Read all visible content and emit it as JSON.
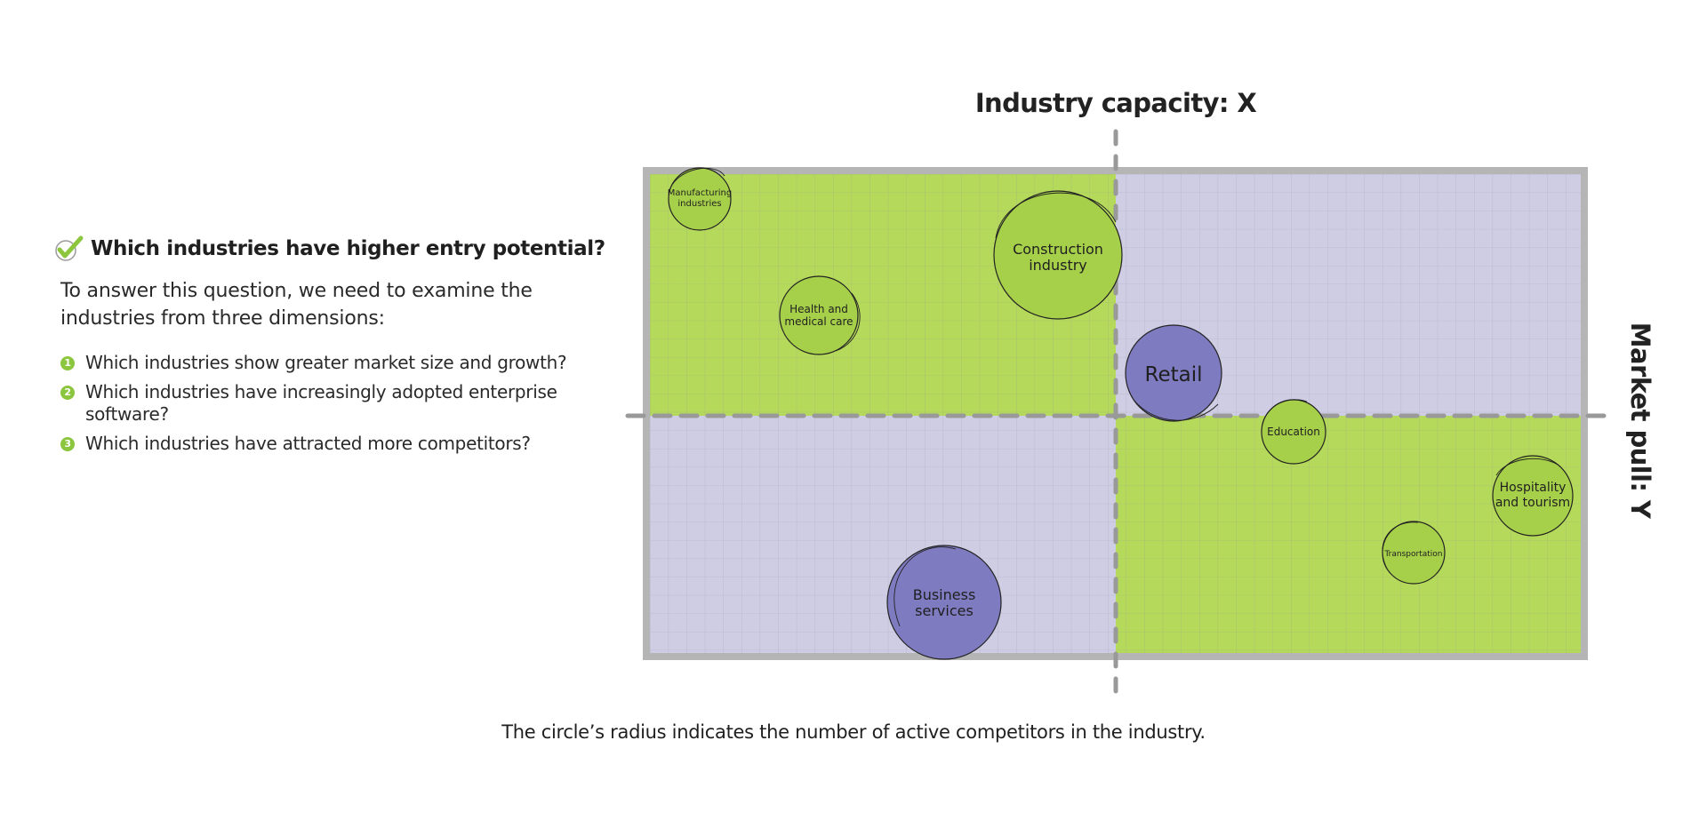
{
  "question": {
    "icon": "checkmark-icon",
    "title": "Which industries have higher entry potential?",
    "intro": "To answer this question, we need to examine the industries from three dimensions:",
    "items": [
      {
        "number": "1",
        "text": "Which industries show greater market size and growth?"
      },
      {
        "number": "2",
        "text": "Which industries have increasingly adopted enterprise software?"
      },
      {
        "number": "3",
        "text": "Which industries have attracted more competitors?"
      }
    ]
  },
  "matrix": {
    "x_axis_title": "Industry capacity: X",
    "y_axis_title": "Market pull: Y",
    "quadrant_colors": {
      "green": "#b5d95a",
      "lavender": "#cfcde4",
      "frame": "#b5b5b5",
      "divider": "#999999"
    },
    "bubbles": [
      {
        "name": "Manufacturing industries",
        "lines": [
          "Manufacturing",
          "industries"
        ],
        "quadrant": "top-left",
        "color": "#a7d04a"
      },
      {
        "name": "Construction industry",
        "lines": [
          "Construction",
          "industry"
        ],
        "quadrant": "top-left",
        "color": "#a7d04a"
      },
      {
        "name": "Health and medical care",
        "lines": [
          "Health and",
          "medical care"
        ],
        "quadrant": "top-left",
        "color": "#a7d04a"
      },
      {
        "name": "Retail",
        "lines": [
          "Retail"
        ],
        "quadrant": "top-right",
        "color": "#7f7bc0"
      },
      {
        "name": "Education",
        "lines": [
          "Education"
        ],
        "quadrant": "bottom-right",
        "color": "#a7d04a"
      },
      {
        "name": "Hospitality and tourism",
        "lines": [
          "Hospitality",
          "and tourism"
        ],
        "quadrant": "bottom-right",
        "color": "#a7d04a"
      },
      {
        "name": "Transportation",
        "lines": [
          "Transportation"
        ],
        "quadrant": "bottom-right",
        "color": "#a7d04a"
      },
      {
        "name": "Business services",
        "lines": [
          "Business",
          "services"
        ],
        "quadrant": "bottom-left",
        "color": "#7f7bc0"
      }
    ]
  },
  "footnote": "The circle’s radius indicates the number of active competitors in the industry."
}
